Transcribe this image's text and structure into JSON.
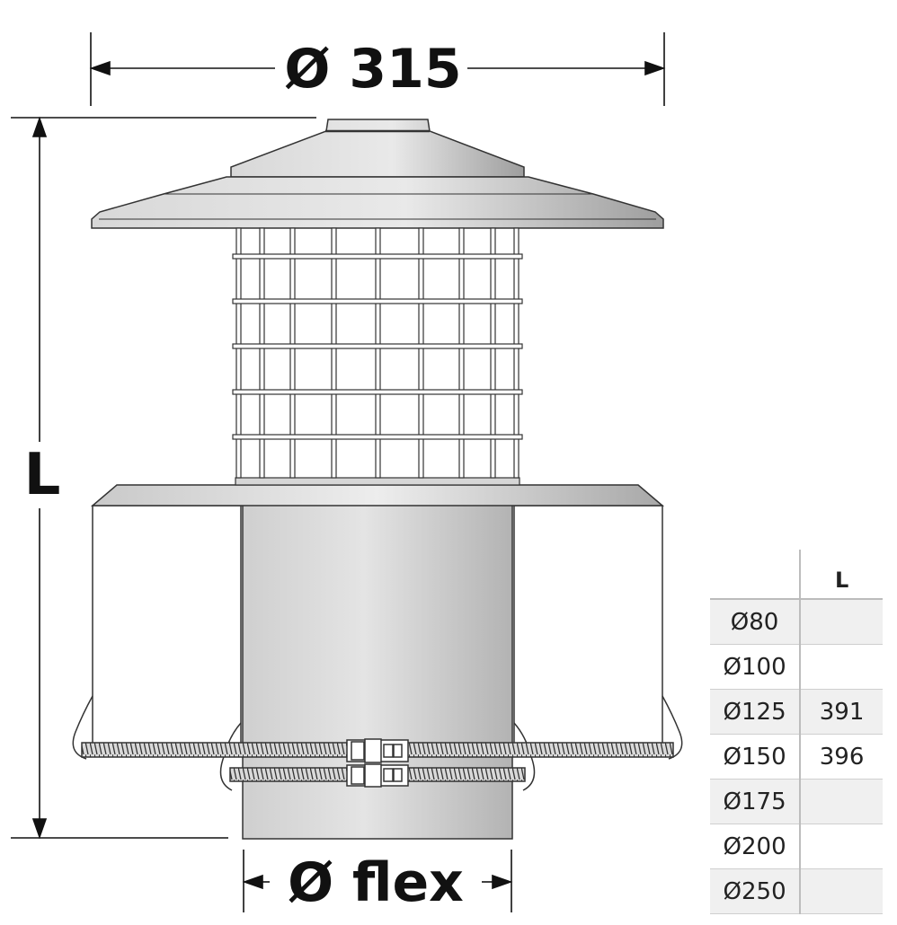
{
  "dimensions": {
    "outer_diameter": "Ø 315",
    "height": "L",
    "flex_diameter": "Ø flex"
  },
  "size_table": {
    "header": [
      "",
      "L"
    ],
    "rows": [
      {
        "diameter": "Ø80",
        "length": ""
      },
      {
        "diameter": "Ø100",
        "length": ""
      },
      {
        "diameter": "Ø125",
        "length": "391"
      },
      {
        "diameter": "Ø150",
        "length": "396"
      },
      {
        "diameter": "Ø175",
        "length": ""
      },
      {
        "diameter": "Ø200",
        "length": ""
      },
      {
        "diameter": "Ø250",
        "length": ""
      }
    ]
  },
  "colors": {
    "outline": "#333333",
    "metal_light": "#e6e6e6",
    "metal_dark": "#a9a9a9",
    "table_stripe": "#f0f0f0"
  }
}
